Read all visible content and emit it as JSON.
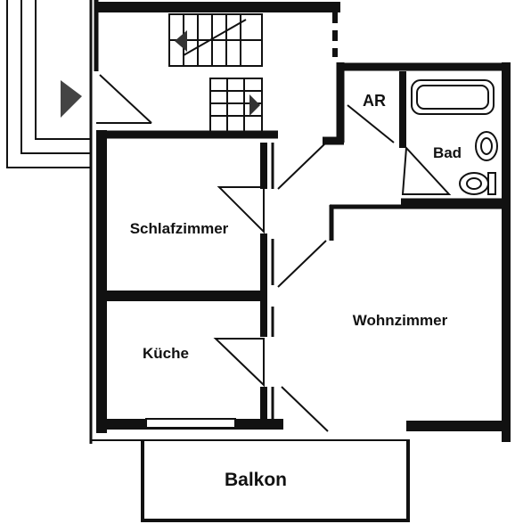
{
  "rooms": {
    "ar": "AR",
    "bad": "Bad",
    "schlafzimmer": "Schlafzimmer",
    "wohnzimmer": "Wohnzimmer",
    "kueche": "Küche",
    "balkon": "Balkon"
  },
  "colors": {
    "wall": "#111111",
    "background": "#ffffff"
  }
}
